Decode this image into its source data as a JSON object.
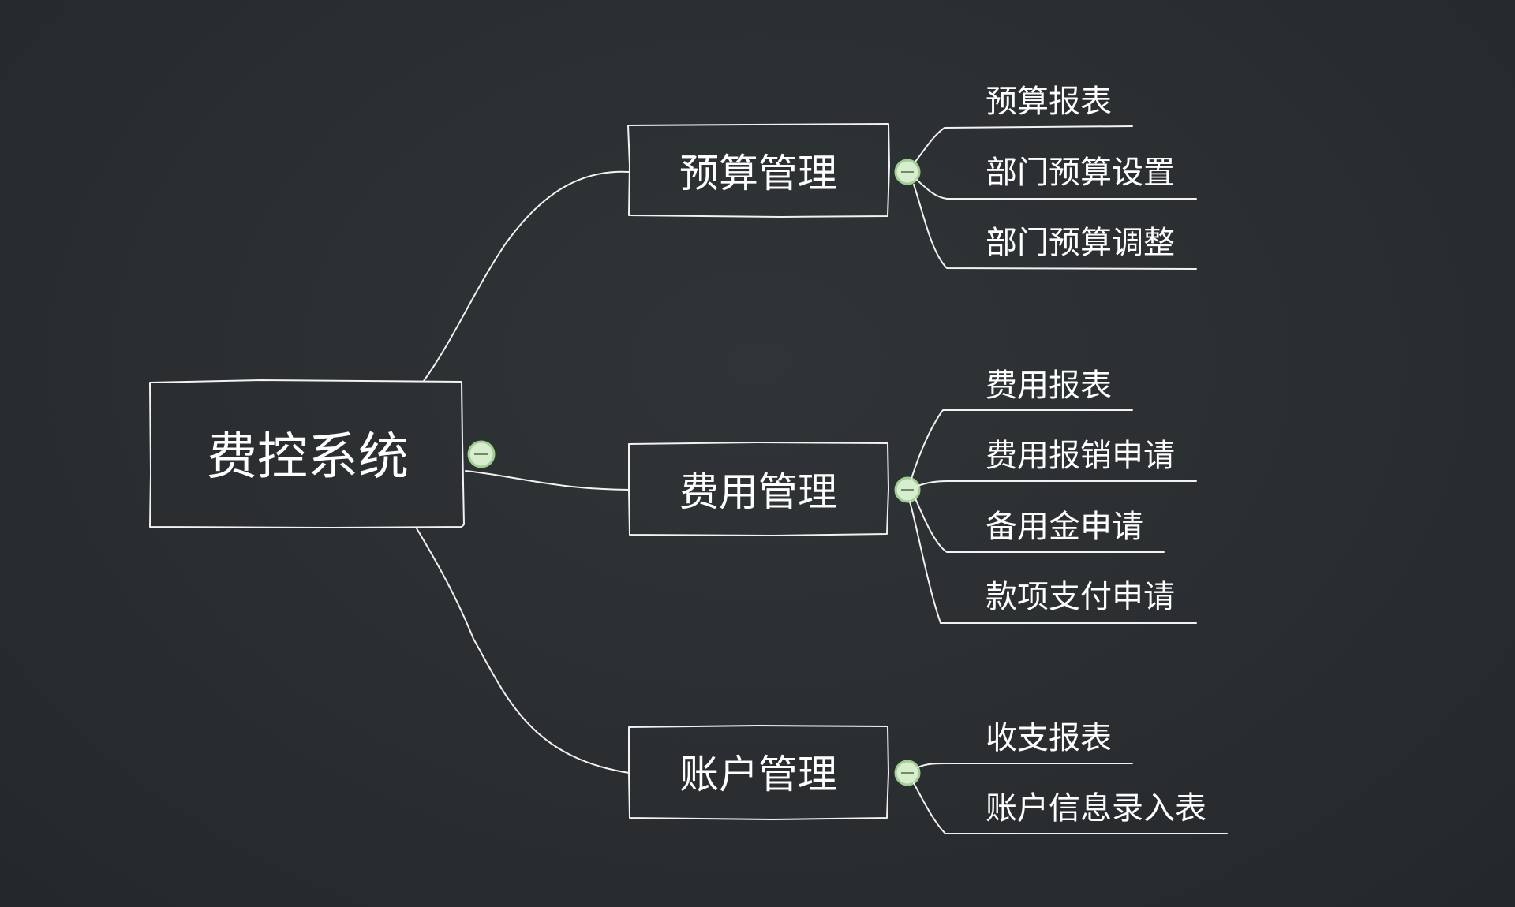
{
  "colors": {
    "background": "#2a2e31",
    "stroke": "#f2f2f2",
    "text": "#ffffff",
    "toggle_fill": "#d8ecd0",
    "toggle_edge": "#9fcf8f",
    "toggle_mark": "#6a8f5c"
  },
  "root": {
    "label": "费控系统",
    "toggle_icon": "collapse-icon"
  },
  "branches": [
    {
      "label": "预算管理",
      "leaves": [
        "预算报表",
        "部门预算设置",
        "部门预算调整"
      ]
    },
    {
      "label": "费用管理",
      "leaves": [
        "费用报表",
        "费用报销申请",
        "备用金申请",
        "款项支付申请"
      ]
    },
    {
      "label": "账户管理",
      "leaves": [
        "收支报表",
        "账户信息录入表"
      ]
    }
  ]
}
